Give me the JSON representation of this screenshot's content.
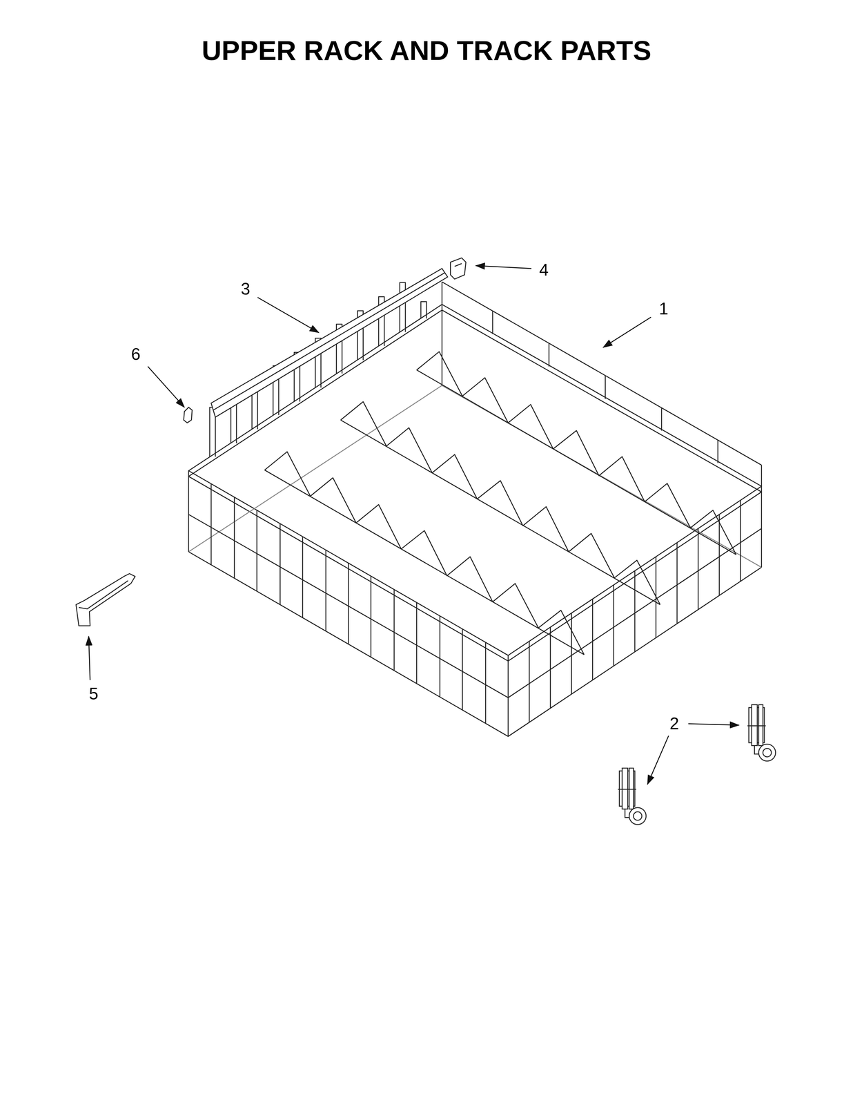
{
  "diagram": {
    "title": "UPPER RACK AND TRACK PARTS",
    "labels": [
      "4",
      "3",
      "1",
      "6",
      "5",
      "2"
    ]
  }
}
